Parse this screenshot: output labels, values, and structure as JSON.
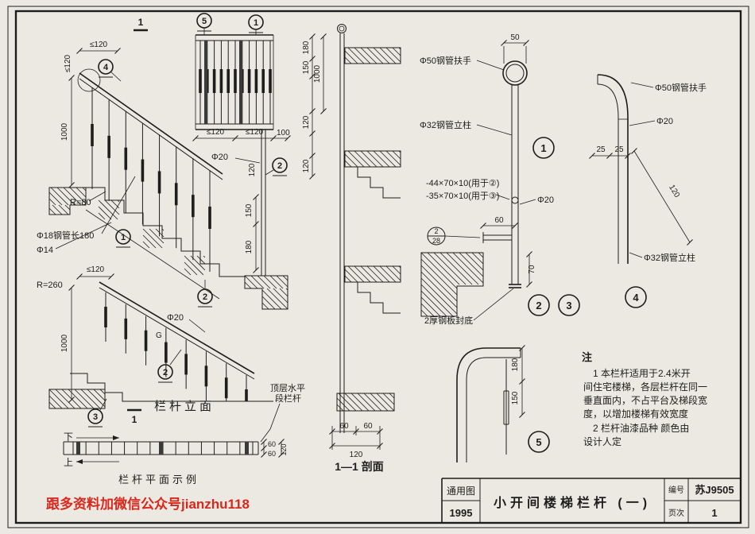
{
  "colors": {
    "paper": "#ebe9e1",
    "ink": "#1d1d1d",
    "red": "#d8281e"
  },
  "watermark": "跟多资料加微信公众号jianzhu118",
  "elevation": {
    "title": "栏杆立面",
    "dim_le120_top": "≤120",
    "dim_le120_slope": "≤120",
    "dim_1000_upper": "1000",
    "label_r80": "R=80",
    "label_phi18": "Φ18钢管长180",
    "label_phi14": "Φ14",
    "dim_le120_mid": "≤120",
    "label_r260": "R=260",
    "dim_1000_lower": "1000",
    "label_phi20_lower": "Φ20",
    "label_g": "G",
    "dim_le120_land1": "≤120",
    "dim_le120_land2": "≤120",
    "dim_100": "100",
    "dim_120_post": "120",
    "label_phi20_mid": "Φ20",
    "dim_150_land": "150",
    "dim_180_land": "180",
    "sec_mark_top": "1",
    "sec_mark_bot": "1",
    "refs": {
      "r5": "5",
      "r1": "1",
      "r4": "4",
      "r2": "2",
      "r1b": "1",
      "r2b": "2",
      "r2c": "2",
      "r3": "3"
    }
  },
  "plan": {
    "title": "栏杆平面示例",
    "label_down": "下",
    "label_up": "上",
    "top_rail_line1": "顶层水平",
    "top_rail_line2": "段栏杆",
    "dim_60a": "60",
    "dim_60b": "60",
    "dim_120": "120"
  },
  "section": {
    "title": "1—1 剖面",
    "dim_180": "180",
    "dim_150": "150",
    "dim_1000": "1000",
    "dim_120a": "120",
    "dim_120b": "120",
    "dim_60a": "60",
    "dim_60b": "60",
    "dim_120c": "120"
  },
  "detail1": {
    "dim_50": "50",
    "label_handrail": "Φ50钢管扶手",
    "label_post": "Φ32钢管立柱",
    "label_bar2": "-44×70×10(用于②)",
    "label_bar3": "-35×70×10(用于③)",
    "label_phi20": "Φ20",
    "dim_60": "60",
    "dim_70": "70",
    "ref_num": "2",
    "ref_page": "28",
    "label_plate": "2厚钢板封底",
    "badge1": "1",
    "badge2": "2",
    "badge3": "3"
  },
  "detail4": {
    "label_handrail": "Φ50钢管扶手",
    "label_phi20": "Φ20",
    "dim_25a": "25",
    "dim_25b": "25",
    "dim_120": "120",
    "label_post": "Φ32钢管立柱",
    "badge": "4"
  },
  "detail5": {
    "dim_180": "180",
    "dim_150": "150",
    "badge": "5"
  },
  "notes": {
    "header": "注",
    "lines": [
      "1  本栏杆适用于2.4米开",
      "间住宅楼梯，各层栏杆在同一",
      "垂直面内，不占平台及梯段宽",
      "度，以增加楼梯有效宽度",
      "2  栏杆油漆品种  颜色由",
      "设计人定"
    ]
  },
  "title_block": {
    "type_label": "通用图",
    "year": "1995",
    "title": "小开间楼梯栏杆 (一)",
    "code_label": "编号",
    "code_value": "苏J9505",
    "page_label": "页次",
    "page_value": "1"
  }
}
